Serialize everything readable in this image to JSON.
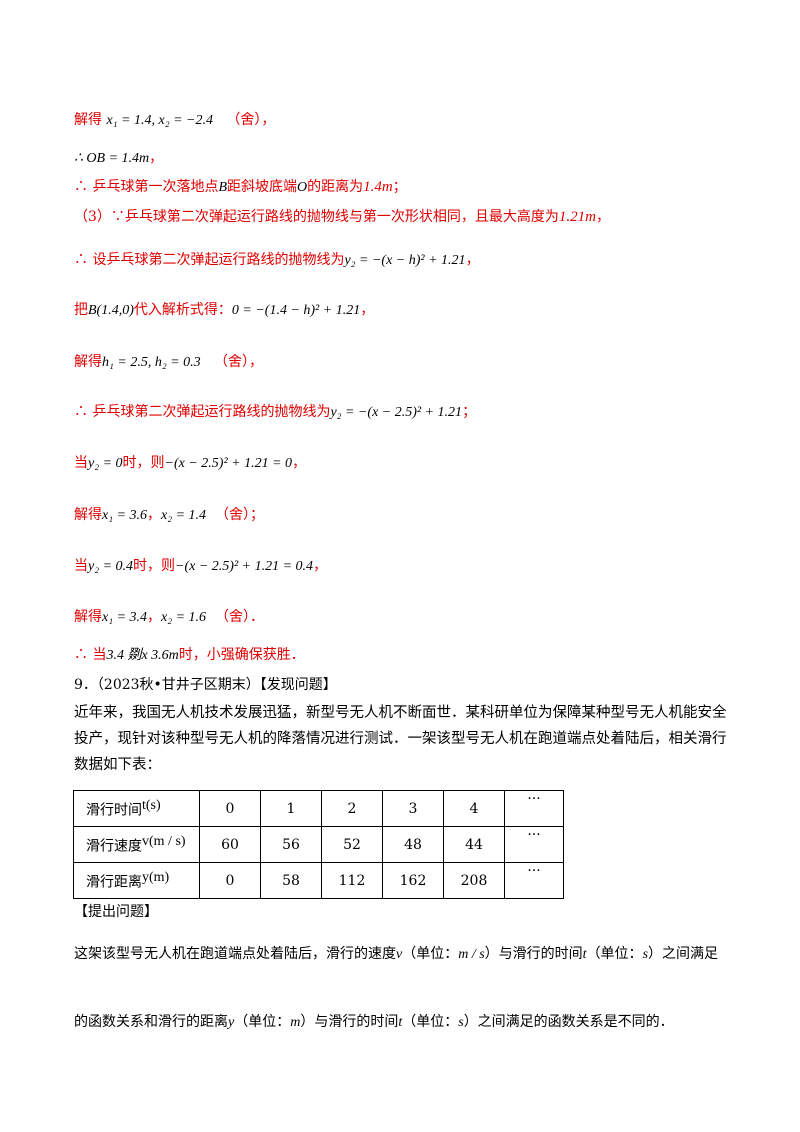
{
  "lines": {
    "l1": {
      "text": "解得",
      "math": "x₁ = 1.4, x₂ = −2.4",
      "note": "（舍）",
      "end": "，"
    },
    "l2": {
      "math": "∴ OB = 1.4m",
      "end": "，"
    },
    "l3": {
      "pre": "∴ 乒乓球第一次落地点",
      "mB": "B",
      "mid": "距斜坡底端",
      "mO": "O",
      "post": "的距离为",
      "mval": "1.4m",
      "end": "；"
    },
    "l4": {
      "pre": "（3）∵乒乓球第二次弹起运行路线的抛物线与第一次形状相同，且最大高度为",
      "mval": "1.21m",
      "end": "，"
    },
    "l5": {
      "pre": "∴ 设乒乓球第二次弹起运行路线的抛物线为",
      "math": "y₂ = −(x − h)² + 1.21",
      "end": "，"
    },
    "l6": {
      "pre": "把",
      "m1": "B(1.4,0)",
      "mid": "代入解析式得：",
      "m2": "0 = −(1.4 − h)² + 1.21",
      "end": "，"
    },
    "l7": {
      "pre": "解得",
      "math": "h₁ = 2.5, h₂ = 0.3",
      "note": "（舍）",
      "end": "，"
    },
    "l8": {
      "pre": "∴ 乒乓球第二次弹起运行路线的抛物线为",
      "math": "y₂ = −(x − 2.5)² + 1.21",
      "end": "；"
    },
    "l9": {
      "pre": "当",
      "m1": "y₂ = 0",
      "mid": "时，则",
      "m2": "−(x − 2.5)² + 1.21 = 0",
      "end": "，"
    },
    "l10": {
      "pre": "解得",
      "m1": "x₁ = 3.6",
      "sep": "，",
      "m2": "x₂ = 1.4",
      "note": "（舍）",
      "end": "；"
    },
    "l11": {
      "pre": "当",
      "m1": "y₂ = 0.4",
      "mid": "时，则",
      "m2": "−(x − 2.5)² + 1.21 = 0.4",
      "end": "，"
    },
    "l12": {
      "pre": "解得",
      "m1": "x₁ = 3.4",
      "sep": "，",
      "m2": "x₂ = 1.6",
      "note": "（舍）",
      "end": "．"
    },
    "l13": {
      "pre": "∴ 当",
      "math": "3.4 剟x 3.6m",
      "post": "时，小强确保获胜．"
    }
  },
  "problem": {
    "header": "9．（2023秋•甘井子区期末）【发现问题】",
    "intro": "近年来，我国无人机技术发展迅猛，新型号无人机不断面世．某科研单位为保障某种型号无人机能安全投产，现针对该种型号无人机的降落情况进行测试．一架该型号无人机在跑道端点处着陆后，相关滑行数据如下表：",
    "table": {
      "rows": [
        {
          "label": "滑行时间",
          "unit": "t(s)",
          "cells": [
            "0",
            "1",
            "2",
            "3",
            "4",
            "···"
          ]
        },
        {
          "label": "滑行速度",
          "unit": "v(m / s)",
          "cells": [
            "60",
            "56",
            "52",
            "48",
            "44",
            "···"
          ]
        },
        {
          "label": "滑行距离",
          "unit": "y(m)",
          "cells": [
            "0",
            "58",
            "112",
            "162",
            "208",
            "···"
          ]
        }
      ]
    },
    "ask_header": "【提出问题】",
    "ask1": {
      "a": "这架该型号无人机在跑道端点处着陆后，滑行的速度",
      "v": "v",
      "b": "（单位：",
      "u1": "m / s",
      "c": "）与滑行的时间",
      "t": "t",
      "d": "（单位：",
      "u2": "s",
      "e": "）之间满足"
    },
    "ask2": {
      "a": "的函数关系和滑行的距离",
      "y": "y",
      "b": "（单位：",
      "u1": "m",
      "c": "）与滑行的时间",
      "t": "t",
      "d": "（单位：",
      "u2": "s",
      "e": "）之间满足的函数关系是不同的．"
    }
  },
  "colors": {
    "answer": "#e00000",
    "text": "#000000"
  }
}
